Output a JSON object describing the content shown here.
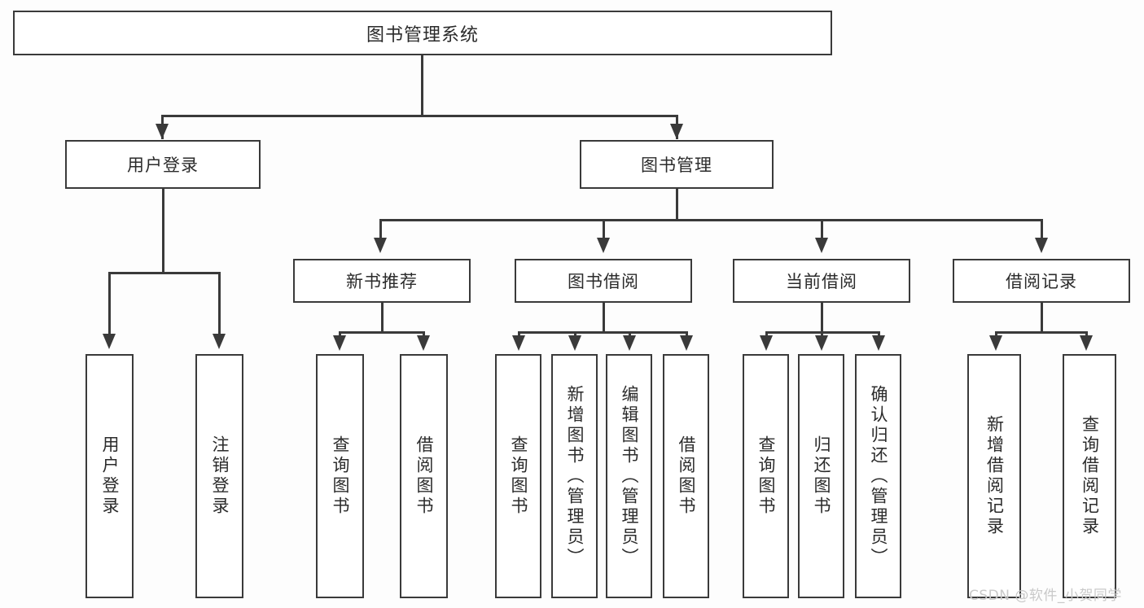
{
  "diagram": {
    "type": "tree-hierarchy-functional-decomposition",
    "title": "图书管理系统",
    "background_color": "#fdfdfd",
    "line_color": "#3a3a3a",
    "box_fill": "#ffffff",
    "root": {
      "id": "root",
      "label": "图书管理系统",
      "level": 0
    },
    "level1": [
      {
        "id": "user-login",
        "label": "用户登录",
        "level": 1
      },
      {
        "id": "book-manage",
        "label": "图书管理",
        "level": 1
      }
    ],
    "level2": [
      {
        "id": "new-book-recommend",
        "label": "新书推荐",
        "parent": "book-manage",
        "level": 2
      },
      {
        "id": "book-borrow",
        "label": "图书借阅",
        "parent": "book-manage",
        "level": 2
      },
      {
        "id": "current-borrow",
        "label": "当前借阅",
        "parent": "book-manage",
        "level": 2
      },
      {
        "id": "borrow-record",
        "label": "借阅记录",
        "parent": "book-manage",
        "level": 2
      }
    ],
    "leaves": [
      {
        "id": "leaf-user-login",
        "label": "用户登录",
        "parent": "user-login"
      },
      {
        "id": "leaf-logout-login",
        "label": "注销登录",
        "parent": "user-login"
      },
      {
        "id": "leaf-query-book-1",
        "label": "查询图书",
        "parent": "new-book-recommend"
      },
      {
        "id": "leaf-borrow-book-1",
        "label": "借阅图书",
        "parent": "new-book-recommend"
      },
      {
        "id": "leaf-query-book-2",
        "label": "查询图书",
        "parent": "book-borrow"
      },
      {
        "id": "leaf-add-book",
        "label": "新增图书（管理员）",
        "parent": "book-borrow"
      },
      {
        "id": "leaf-edit-book",
        "label": "编辑图书（管理员）",
        "parent": "book-borrow"
      },
      {
        "id": "leaf-borrow-book-2",
        "label": "借阅图书",
        "parent": "book-borrow"
      },
      {
        "id": "leaf-query-book-3",
        "label": "查询图书",
        "parent": "current-borrow"
      },
      {
        "id": "leaf-return-book",
        "label": "归还图书",
        "parent": "current-borrow"
      },
      {
        "id": "leaf-confirm-return",
        "label": "确认归还（管理员）",
        "parent": "current-borrow"
      },
      {
        "id": "leaf-add-record",
        "label": "新增借阅记录",
        "parent": "borrow-record"
      },
      {
        "id": "leaf-query-record",
        "label": "查询借阅记录",
        "parent": "borrow-record"
      }
    ]
  },
  "watermark": {
    "text": "CSDN @软件_小贺同学"
  }
}
